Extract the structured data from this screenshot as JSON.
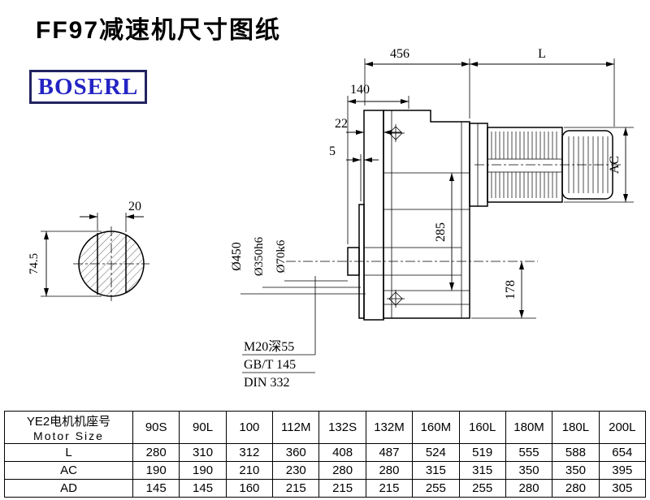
{
  "title": "FF97减速机尺寸图纸",
  "logo": {
    "text": "BOSERL"
  },
  "colors": {
    "logo_text": "#2424c4",
    "logo_border": "#232360",
    "line": "#000000"
  },
  "drawing": {
    "dim_456": "456",
    "dim_L": "L",
    "dim_140": "140",
    "dim_22": "22",
    "dim_5": "5",
    "dim_AC": "AC",
    "dim_285": "285",
    "dim_178": "178",
    "dia_450": "Ø450",
    "dia_350": "Ø350h6",
    "dia_70": "Ø70k6",
    "dim_20": "20",
    "dim_74_5": "74.5",
    "note_tap": "M20深55",
    "note_gbt": "GB/T 145",
    "note_din": "DIN 332"
  },
  "table": {
    "header": {
      "line1": "YE2电机机座号",
      "line2": "Motor Size"
    },
    "columns": [
      "90S",
      "90L",
      "100",
      "112M",
      "132S",
      "132M",
      "160M",
      "160L",
      "180M",
      "180L",
      "200L"
    ],
    "rows": [
      {
        "label": "L",
        "values": [
          "280",
          "310",
          "312",
          "360",
          "408",
          "487",
          "524",
          "519",
          "555",
          "588",
          "654"
        ]
      },
      {
        "label": "AC",
        "values": [
          "190",
          "190",
          "210",
          "230",
          "280",
          "280",
          "315",
          "315",
          "350",
          "350",
          "395"
        ]
      },
      {
        "label": "AD",
        "values": [
          "145",
          "145",
          "160",
          "215",
          "215",
          "215",
          "255",
          "255",
          "280",
          "280",
          "305"
        ]
      }
    ]
  }
}
